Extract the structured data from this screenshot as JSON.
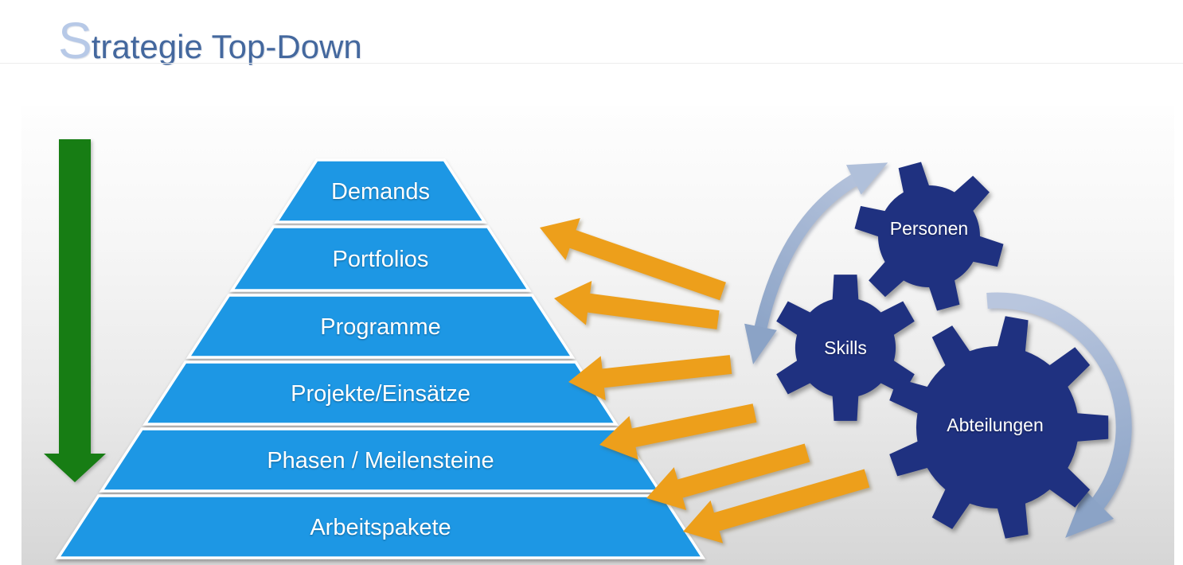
{
  "title": {
    "initial": "S",
    "rest": "trategie Top-Down"
  },
  "pyramid": {
    "levels": [
      {
        "label": "Demands"
      },
      {
        "label": "Portfolios"
      },
      {
        "label": "Programme"
      },
      {
        "label": "Projekte/Einsätze"
      },
      {
        "label": "Phasen / Meilensteine"
      },
      {
        "label": "Arbeitspakete"
      }
    ]
  },
  "gears": [
    {
      "label": "Personen"
    },
    {
      "label": "Skills"
    },
    {
      "label": "Abteilungen"
    }
  ],
  "icons": {
    "top_down_arrow": "green-down-arrow",
    "bottom_up_arrows": "orange-diagonal-left-arrows",
    "rotation_arrows": "curved-steel-blue-arrows"
  },
  "colors": {
    "pyramid_blue": "#1d97e4",
    "gear_navy": "#1f3180",
    "arrow_orange": "#ed9f1b",
    "arrow_green": "#177d14",
    "curve_blue_light": "#b5c3dc",
    "curve_blue_dark": "#8ba3c6",
    "title_blue": "#44689e",
    "title_initial_blue": "#b7c9e7",
    "panel_gray_bottom": "#d6d6d6"
  }
}
